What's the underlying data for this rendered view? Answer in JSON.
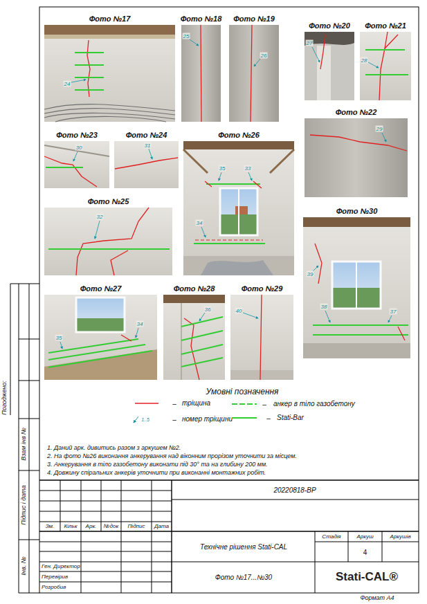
{
  "diagram": {
    "nodes": [
      {
        "text": [
          "Фото №17",
          "24"
        ]
      },
      {
        "text": [
          "Фото №18",
          "25"
        ]
      },
      {
        "text": [
          "Фото №19",
          "26"
        ]
      },
      {
        "text": [
          "Фото №20",
          "27"
        ]
      },
      {
        "text": [
          "Фото №21",
          "28"
        ]
      },
      {
        "text": [
          "Фото №22",
          "29"
        ]
      },
      {
        "text": [
          "Фото №23",
          "30"
        ]
      },
      {
        "text": [
          "Фото №24",
          "31"
        ]
      },
      {
        "text": [
          "Фото №26",
          "35",
          "33",
          "34"
        ]
      },
      {
        "text": [
          "Фото №25",
          "32"
        ]
      },
      {
        "text": [
          "Фото №30",
          "39",
          "38",
          "37"
        ]
      },
      {
        "text": [
          "Фото №27",
          "35",
          "34"
        ]
      },
      {
        "text": [
          "Фото №28",
          "36"
        ]
      },
      {
        "text": [
          "Фото №29",
          "40"
        ]
      }
    ],
    "labels": [
      "Умовні позначення",
      "1..5",
      "1. Даний арк. дивитись разом з аркушем №2.",
      "2. На фото №26 виконання анкерування над віконним прорізом уточнити за місцем.",
      "3. Анкерування в тіло газобетону виконати під 30° та на глибину 200 мм.",
      "4. Довжину спіральних анкерів уточнити при виконанні монтажних робіт.",
      "20220818-ВР",
      "Зм.",
      "Кільк",
      "Арк.",
      "№док",
      "Підпис",
      "Дата",
      "Технічне рішення Stati-CAL",
      "Стадія",
      "Аркуш",
      "Аркушів",
      "4",
      "Ген. Директор",
      "Перевірив",
      "Розробив",
      "Фото №17...№30",
      "Stati-CAL®",
      "Формат А4",
      "Погоджено:",
      "Взам інв №",
      "Підпис і дата",
      "Інв. №",
      "–",
      "–",
      "–",
      "–"
    ],
    "legend": [
      {
        "text": "тріщина"
      },
      {
        "text": "анкер в тіло газобетону"
      },
      {
        "text": "номер тріщини"
      },
      {
        "text": "Stati-Bar"
      }
    ]
  }
}
